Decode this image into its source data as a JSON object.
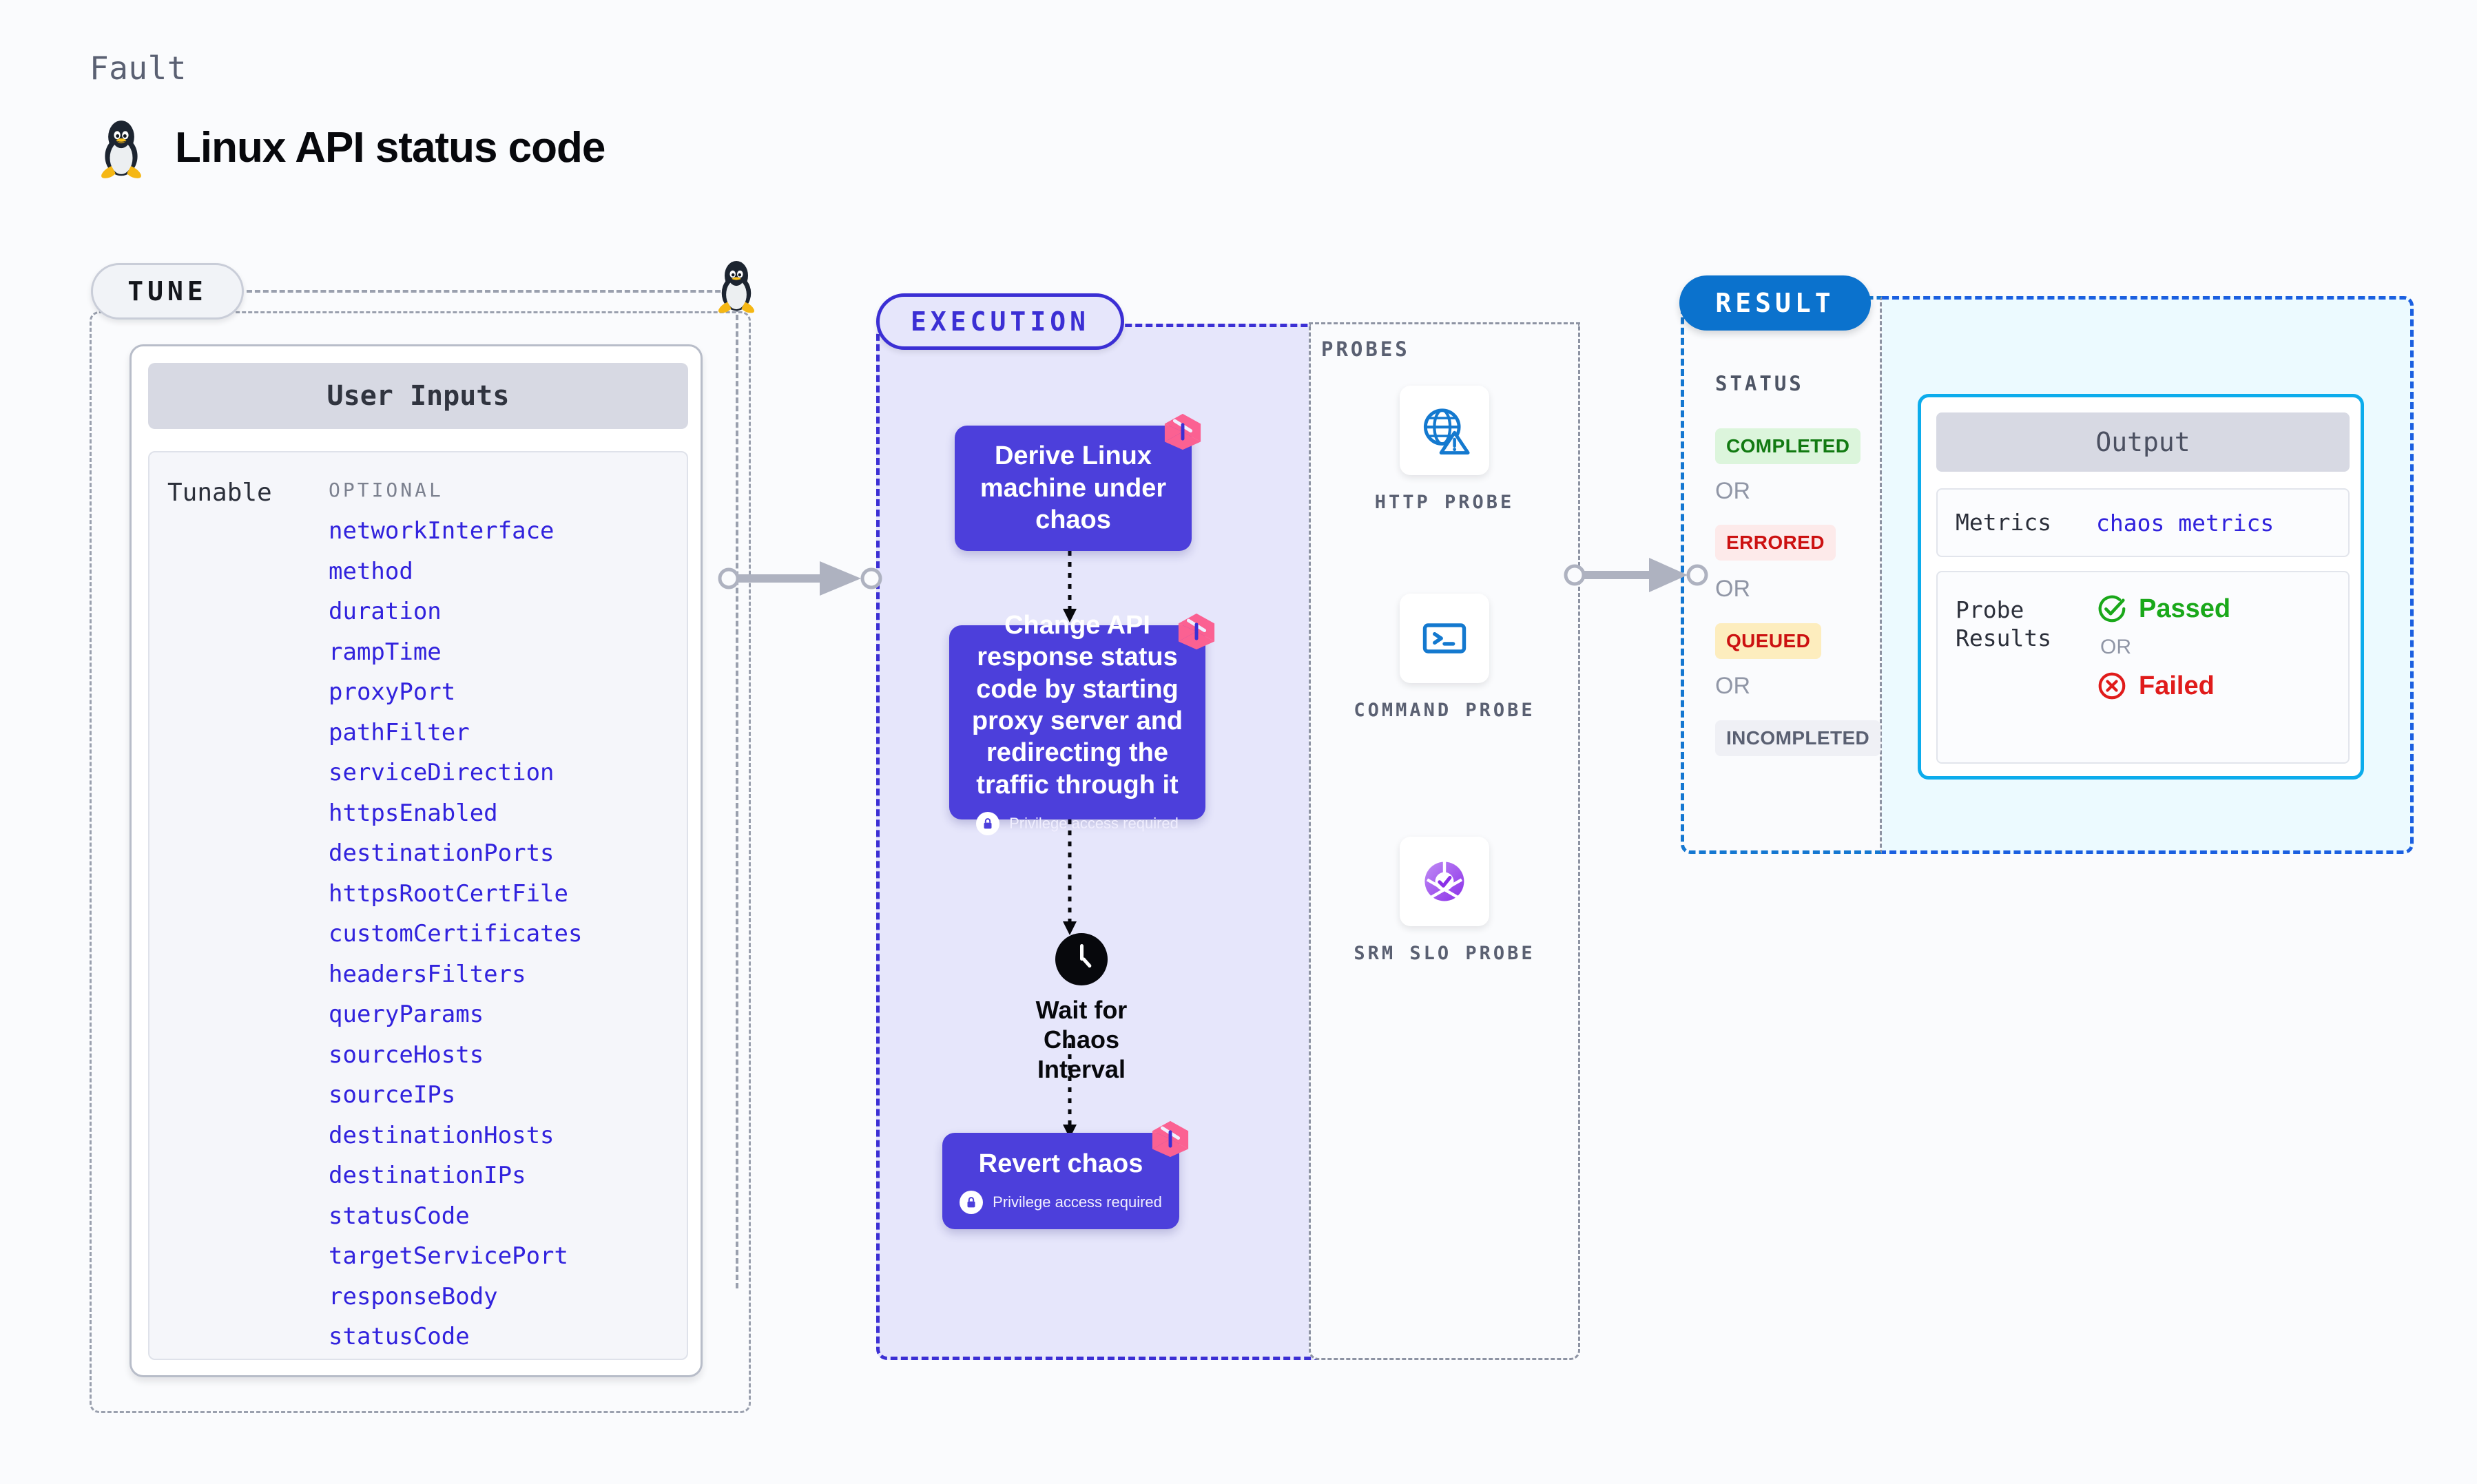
{
  "header": {
    "kicker": "Fault",
    "title": "Linux API status code",
    "icon": "linux-penguin-icon"
  },
  "tune": {
    "stage_label": "TUNE",
    "card_title": "User Inputs",
    "group_label": "Tunable",
    "optional_label": "OPTIONAL",
    "params": [
      "networkInterface",
      "method",
      "duration",
      "rampTime",
      "proxyPort",
      "pathFilter",
      "serviceDirection",
      "httpsEnabled",
      "destinationPorts",
      "httpsRootCertFile",
      "customCertificates",
      "headersFilters",
      "queryParams",
      "sourceHosts",
      "sourceIPs",
      "destinationHosts",
      "destinationIPs",
      "statusCode",
      "targetServicePort",
      "responseBody",
      "statusCode"
    ]
  },
  "execution": {
    "stage_label": "EXECUTION",
    "nodes": [
      {
        "text": "Derive Linux machine under chaos",
        "privilege": null,
        "chaos_badge": true
      },
      {
        "text": "Change API response status code by starting proxy server and redirecting the traffic through it",
        "privilege": "Privilege access required",
        "chaos_badge": true
      },
      {
        "text": "Revert chaos",
        "privilege": "Privilege access required",
        "chaos_badge": true
      }
    ],
    "wait_step": {
      "label": "Wait for Chaos Interval",
      "icon": "clock-icon"
    }
  },
  "probes": {
    "title": "PROBES",
    "items": [
      {
        "label": "HTTP PROBE",
        "icon": "globe-warning-icon"
      },
      {
        "label": "COMMAND PROBE",
        "icon": "terminal-icon"
      },
      {
        "label": "SRM SLO PROBE",
        "icon": "slo-donut-check-icon"
      }
    ]
  },
  "result": {
    "stage_label": "RESULT",
    "status_title": "STATUS",
    "or_label": "OR",
    "statuses": [
      {
        "label": "COMPLETED",
        "bg": "#dcf5dc",
        "fg": "#127a12"
      },
      {
        "label": "ERRORED",
        "bg": "#fdeaea",
        "fg": "#cc1111"
      },
      {
        "label": "QUEUED",
        "bg": "#fdedbe",
        "fg": "#cc1111"
      },
      {
        "label": "INCOMPLETED",
        "bg": "#eff0f5",
        "fg": "#5a6072"
      }
    ],
    "output": {
      "title": "Output",
      "metrics_key": "Metrics",
      "metrics_value": "chaos metrics",
      "probe_results_key": "Probe Results",
      "passed_label": "Passed",
      "failed_label": "Failed",
      "or_label": "OR",
      "passed_color": "#1aa81a",
      "failed_color": "#e01b1b"
    }
  },
  "colors": {
    "tune_accent": "#9aa0ae",
    "execution_accent": "#3b2fd4",
    "result_accent": "#0b72cd",
    "output_accent": "#0cacec",
    "param_link": "#3122dd",
    "chaos_pink": "#fb6192"
  }
}
